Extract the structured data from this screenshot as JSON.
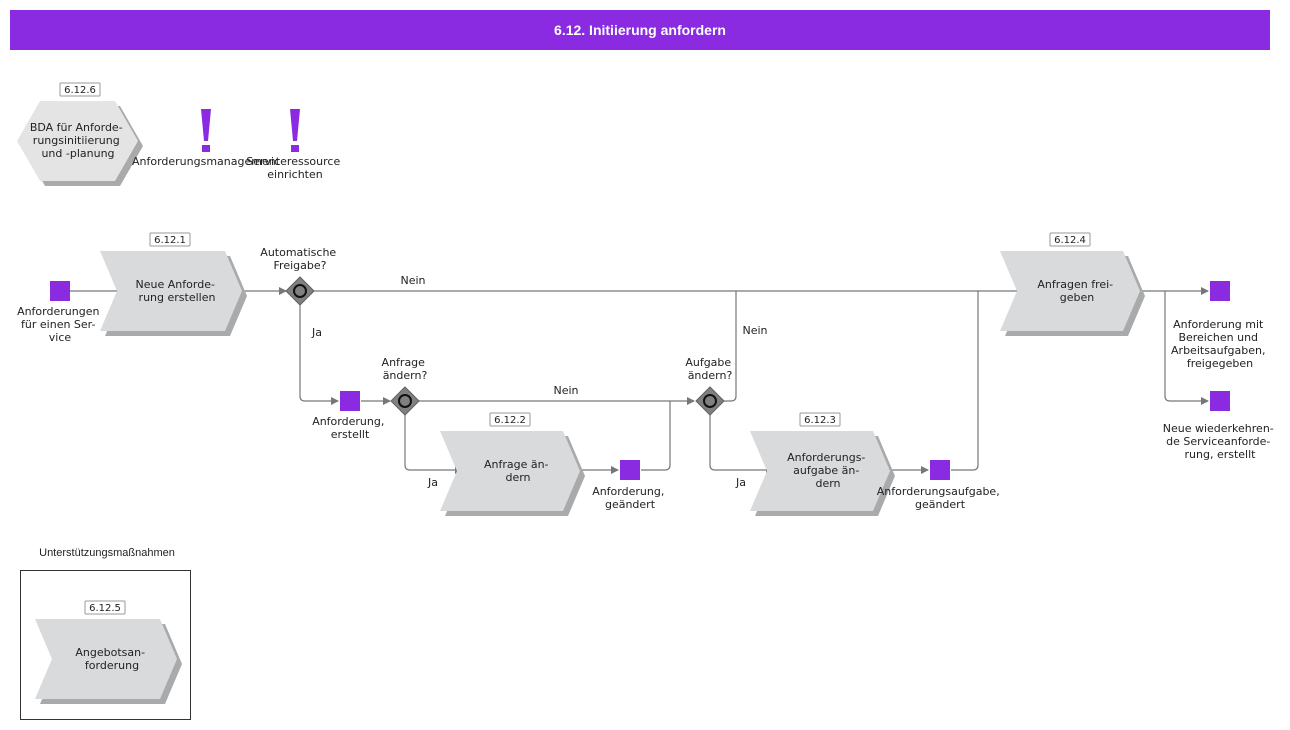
{
  "title": "6.12. Initiierung anfordern",
  "top": {
    "bda": {
      "id": "6.12.6",
      "lines": [
        "BDA für Anforde-",
        "rungsinitiierung",
        "und -planung"
      ]
    },
    "alert1": {
      "lines": [
        "Anforderungsmanagement"
      ]
    },
    "alert2": {
      "lines": [
        "Serviceressource",
        "einrichten"
      ]
    }
  },
  "functions": [
    {
      "id": "6.12.1",
      "lines": [
        "Neue Anforde-",
        "rung erstellen"
      ]
    },
    {
      "id": "6.12.2",
      "lines": [
        "Anfrage än-",
        "dern"
      ]
    },
    {
      "id": "6.12.3",
      "lines": [
        "Anforderungs-",
        "aufgabe än-",
        "dern"
      ]
    },
    {
      "id": "6.12.4",
      "lines": [
        "Anfragen frei-",
        "geben"
      ]
    }
  ],
  "events": {
    "start": [
      "Anforderungen",
      "für einen Ser-",
      "vice"
    ],
    "created": [
      "Anforderung,",
      "erstellt"
    ],
    "changed": [
      "Anforderung,",
      "geändert"
    ],
    "task_changed": [
      "Anforderungsaufgabe,",
      "geändert"
    ],
    "released": [
      "Anforderung mit",
      "Bereichen und",
      "Arbeitsaufgaben,",
      "freigegeben"
    ],
    "recurring": [
      "Neue wiederkehren-",
      "de Serviceanforde-",
      "rung, erstellt"
    ]
  },
  "gateways": {
    "g1": [
      "Automatische",
      "Freigabe?"
    ],
    "g2": [
      "Anfrage",
      "ändern?"
    ],
    "g3": [
      "Aufgabe",
      "ändern?"
    ]
  },
  "edge_labels": {
    "nein1": "Nein",
    "ja1": "Ja",
    "nein2": "Nein",
    "ja2": "Ja",
    "nein3": "Nein",
    "ja3": "Ja"
  },
  "support": {
    "title": "Unterstützungsmaßnahmen",
    "id": "6.12.5",
    "lines": [
      "Angebotsan-",
      "forderung"
    ]
  },
  "colors": {
    "accent": "#8a2be2",
    "shape_fill": "#d9dadb",
    "shadow": "#a9aaab",
    "gateway": "#808080"
  }
}
